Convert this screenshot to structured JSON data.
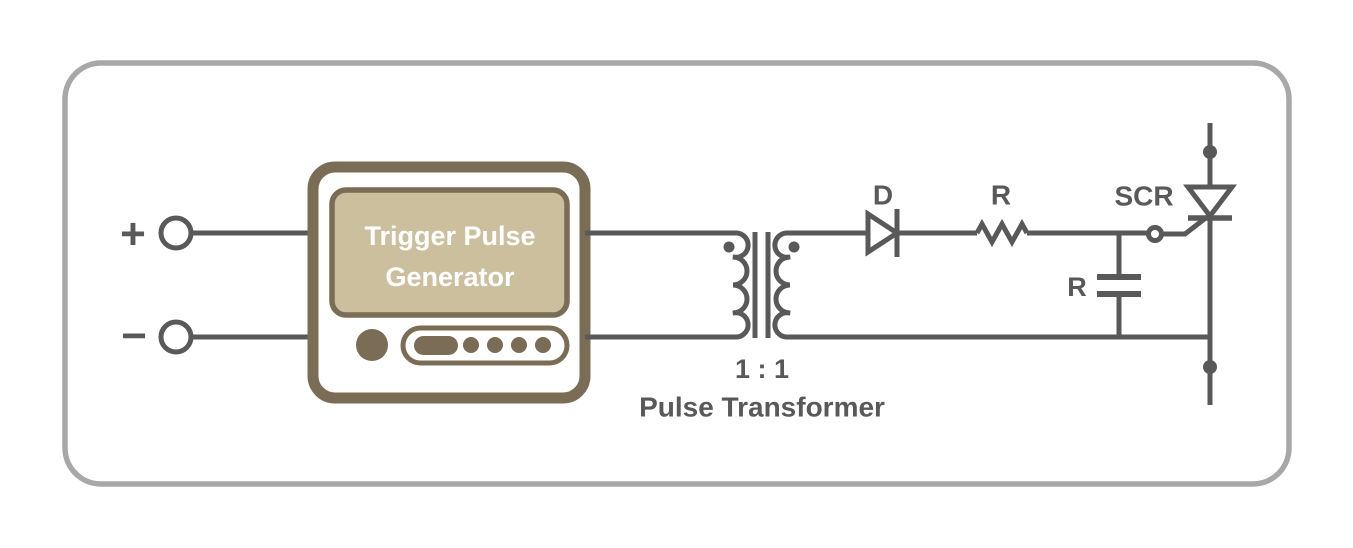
{
  "circuit": {
    "terminals": {
      "positive": "+",
      "negative": "−"
    },
    "generator": {
      "line1": "Trigger Pulse",
      "line2": "Generator"
    },
    "transformer": {
      "ratio": "1 : 1",
      "name": "Pulse Transformer"
    },
    "components": {
      "diode": "D",
      "series_resistor": "R",
      "gate_resistor": "R",
      "scr": "SCR"
    }
  },
  "colors": {
    "wire": "#595959",
    "device_brown": "#7b6c55",
    "screen_fill": "#cbbf9e",
    "frame_gray": "#a8a8a8",
    "screen_text": "#ffffff"
  }
}
